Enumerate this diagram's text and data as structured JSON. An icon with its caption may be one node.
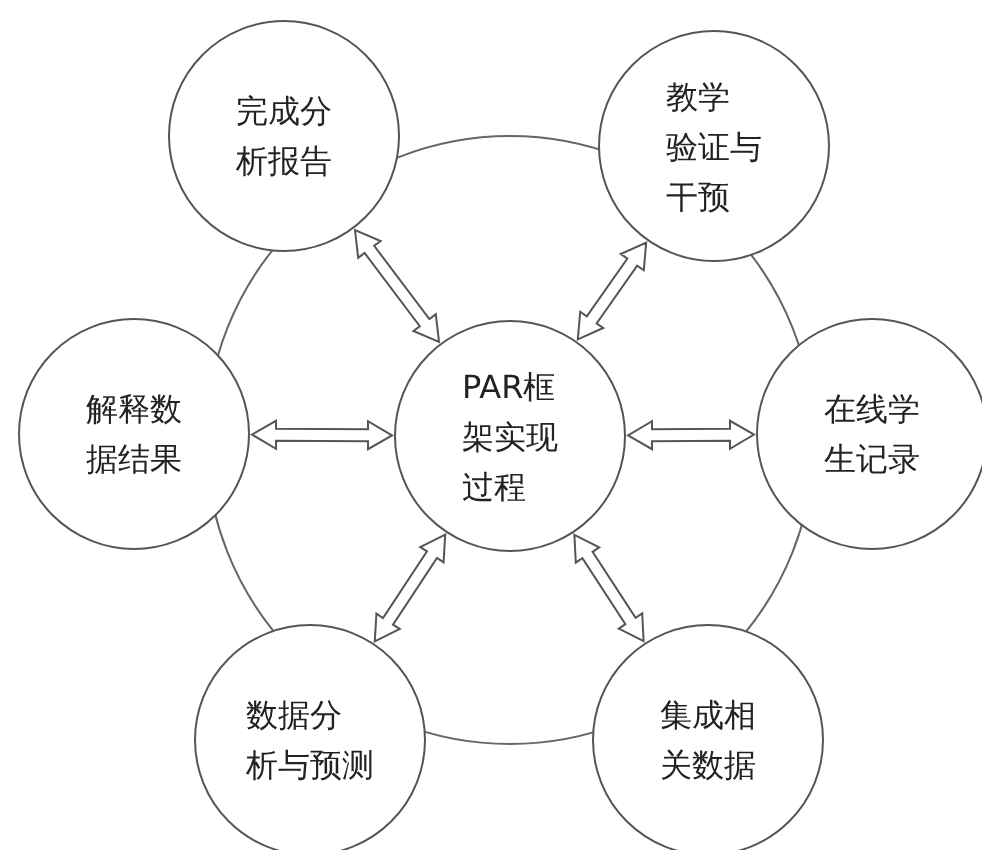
{
  "diagram": {
    "nodes": [
      {
        "text": [
          "完成分析报告"
        ]
      },
      {
        "text": [
          "教学验证与干预"
        ]
      },
      {
        "text": [
          "解释数据结果"
        ]
      },
      {
        "text": [
          "PAR框架实现过程"
        ]
      },
      {
        "text": [
          "在线学生记录"
        ]
      },
      {
        "text": [
          "数据分析与预测"
        ]
      },
      {
        "text": [
          "集成相关数据"
        ]
      }
    ],
    "edges": [
      {
        "from": 3,
        "to": 0,
        "arrow": "both"
      },
      {
        "from": 3,
        "to": 1,
        "arrow": "both"
      },
      {
        "from": 3,
        "to": 2,
        "arrow": "both"
      },
      {
        "from": 3,
        "to": 4,
        "arrow": "both"
      },
      {
        "from": 3,
        "to": 5,
        "arrow": "both"
      },
      {
        "from": 3,
        "to": 6,
        "arrow": "both"
      }
    ]
  }
}
